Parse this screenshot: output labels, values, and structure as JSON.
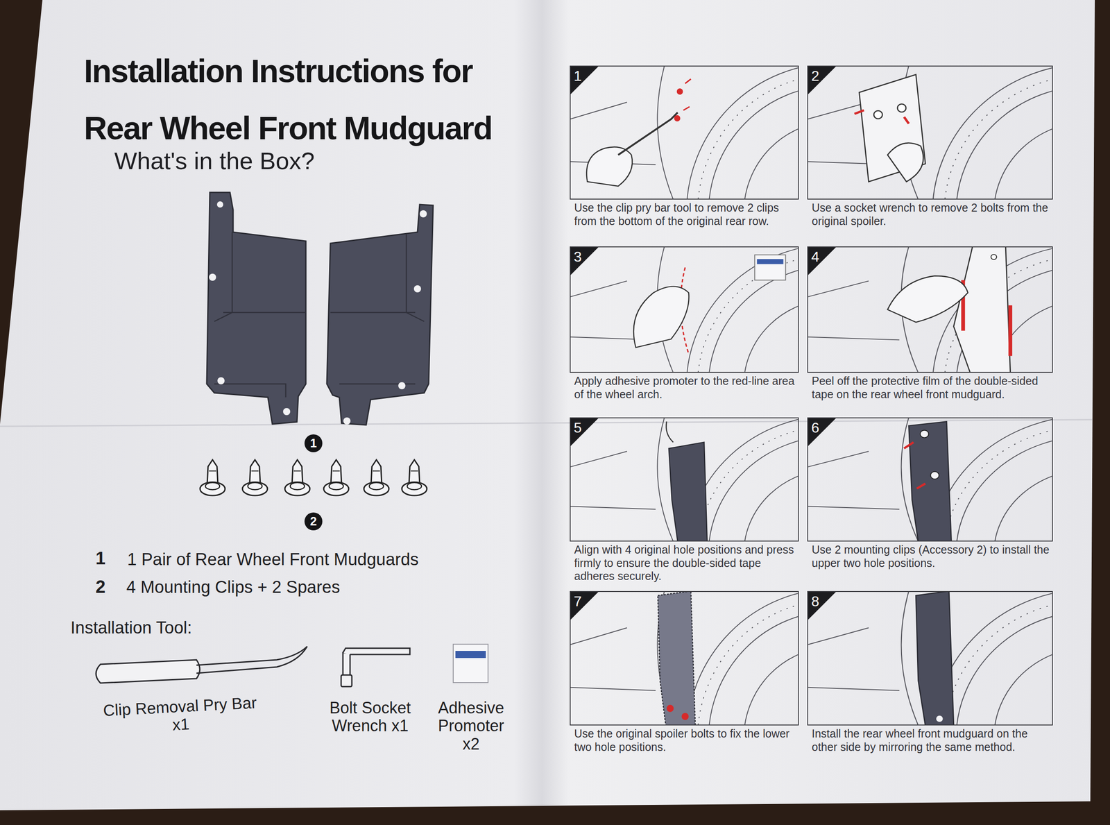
{
  "diagram": {
    "title": "Installation Instructions for Rear Wheel Front Mudguard",
    "nodes": [
      {
        "text": [
          "1"
        ]
      },
      {
        "text": [
          "2"
        ]
      },
      {
        "text": [
          "1",
          "Use the clip pry bar tool to remove 2 clips from the bottom of the original rear row."
        ]
      },
      {
        "text": [
          "2",
          "Use a socket wrench to remove 2 bolts from the original spoiler."
        ]
      },
      {
        "text": [
          "3",
          "Apply adhesive promoter to the red-line area of the wheel arch."
        ]
      },
      {
        "text": [
          "4",
          "Peel off the protective film of the double-sided tape on the rear wheel front mudguard."
        ]
      },
      {
        "text": [
          "5",
          "Align with 4 original hole positions and press firmly to ensure the double-sided tape adheres securely."
        ]
      },
      {
        "text": [
          "6",
          "Use 2 mounting clips (Accessory 2) to install the upper two hole positions."
        ]
      },
      {
        "text": [
          "7",
          "Use the original spoiler bolts to fix the lower two hole positions."
        ]
      },
      {
        "text": [
          "8",
          "Install the rear wheel front mudguard on the other side by mirroring the same method."
        ]
      }
    ],
    "labels": [
      "What's in the Box?",
      "1",
      "1 Pair of Rear Wheel Front Mudguards",
      "2",
      "4 Mounting Clips + 2 Spares",
      "Installation Tool:",
      "Clip Removal Pry Bar x1",
      "Bolt Socket Wrench x1",
      "Adhesive Promoter x2"
    ]
  }
}
